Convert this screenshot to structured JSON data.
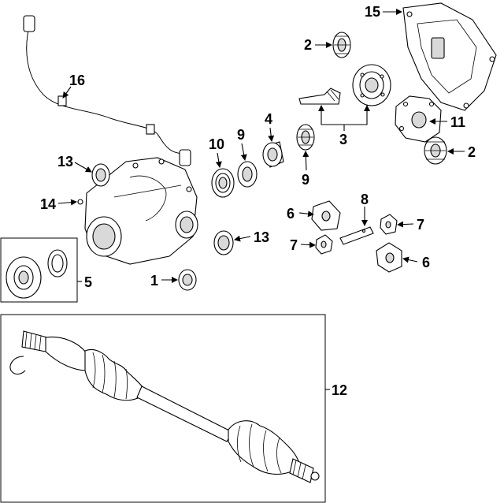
{
  "callouts": {
    "c1": "1",
    "c2a": "2",
    "c2b": "2",
    "c3": "3",
    "c4": "4",
    "c5": "5",
    "c6a": "6",
    "c6b": "6",
    "c7a": "7",
    "c7b": "7",
    "c8": "8",
    "c9a": "9",
    "c9b": "9",
    "c10": "10",
    "c11": "11",
    "c12": "12",
    "c13a": "13",
    "c13b": "13",
    "c14": "14",
    "c15": "15",
    "c16": "16"
  }
}
